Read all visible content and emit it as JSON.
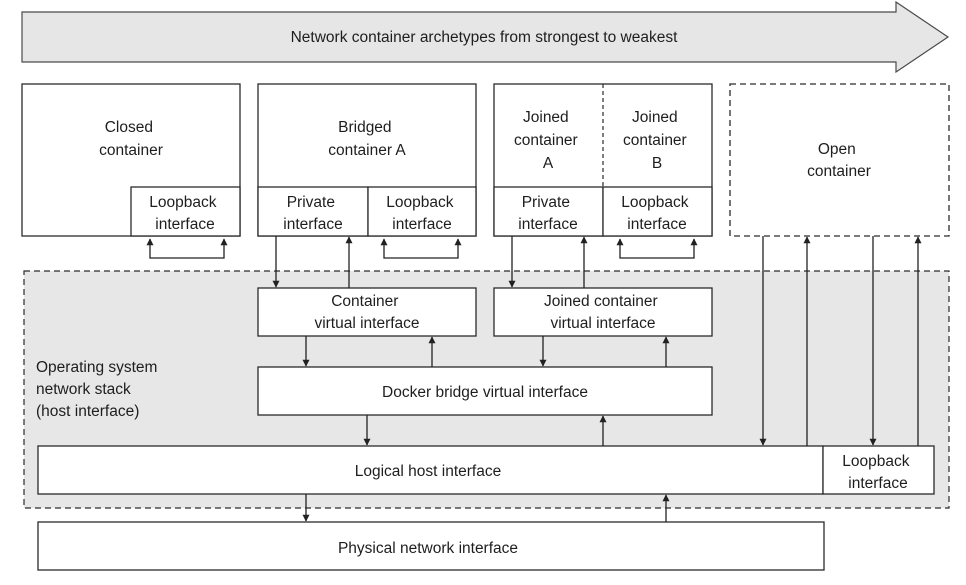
{
  "banner": {
    "label": "Network container archetypes from strongest to weakest"
  },
  "closed_container": {
    "title_lines": [
      "Closed",
      "container"
    ],
    "loopback_lines": [
      "Loopback",
      "interface"
    ]
  },
  "bridged_container": {
    "title_lines": [
      "Bridged",
      "container A"
    ],
    "private_lines": [
      "Private",
      "interface"
    ],
    "loopback_lines": [
      "Loopback",
      "interface"
    ]
  },
  "joined_containers": {
    "a_lines": [
      "Joined",
      "container",
      "A"
    ],
    "b_lines": [
      "Joined",
      "container",
      "B"
    ],
    "private_lines": [
      "Private",
      "interface"
    ],
    "loopback_lines": [
      "Loopback",
      "interface"
    ]
  },
  "open_container": {
    "title_lines": [
      "Open",
      "container"
    ]
  },
  "os_stack": {
    "label_lines": [
      "Operating system",
      "network stack",
      "(host interface)"
    ],
    "container_virtual_lines": [
      "Container",
      "virtual interface"
    ],
    "joined_virtual_lines": [
      "Joined container",
      "virtual interface"
    ],
    "docker_bridge": "Docker bridge virtual interface",
    "logical_host": "Logical host interface",
    "host_loopback_lines": [
      "Loopback",
      "interface"
    ]
  },
  "physical": {
    "label": "Physical network interface"
  }
}
